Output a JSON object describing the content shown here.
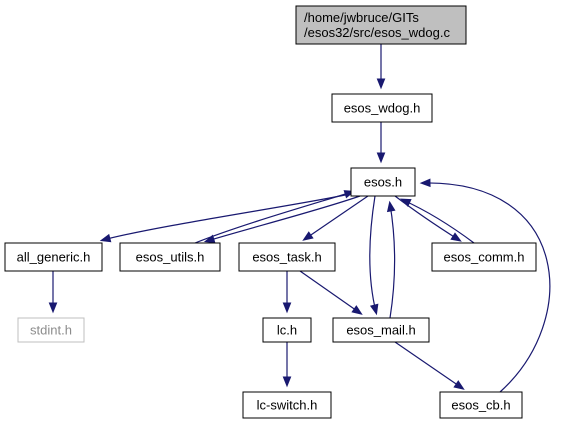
{
  "diagram": {
    "type": "include-dependency-graph",
    "colors": {
      "edge": "#191970",
      "root_fill": "#bfbfbf",
      "node_fill": "#ffffff",
      "node_border": "#000000",
      "external_border": "#bfbfbf",
      "external_text": "#8c8c8c"
    },
    "nodes": [
      {
        "id": "root",
        "lines": [
          "/home/jwbruce/GITs",
          "/esos32/src/esos_wdog.c"
        ],
        "style": "root"
      },
      {
        "id": "esos_wdog_h",
        "lines": [
          "esos_wdog.h"
        ],
        "style": "normal"
      },
      {
        "id": "esos_h",
        "lines": [
          "esos.h"
        ],
        "style": "normal"
      },
      {
        "id": "all_generic_h",
        "lines": [
          "all_generic.h"
        ],
        "style": "normal"
      },
      {
        "id": "esos_utils_h",
        "lines": [
          "esos_utils.h"
        ],
        "style": "normal"
      },
      {
        "id": "esos_task_h",
        "lines": [
          "esos_task.h"
        ],
        "style": "normal"
      },
      {
        "id": "esos_comm_h",
        "lines": [
          "esos_comm.h"
        ],
        "style": "normal"
      },
      {
        "id": "stdint_h",
        "lines": [
          "stdint.h"
        ],
        "style": "external"
      },
      {
        "id": "lc_h",
        "lines": [
          "lc.h"
        ],
        "style": "normal"
      },
      {
        "id": "esos_mail_h",
        "lines": [
          "esos_mail.h"
        ],
        "style": "normal"
      },
      {
        "id": "lc_switch_h",
        "lines": [
          "lc-switch.h"
        ],
        "style": "normal"
      },
      {
        "id": "esos_cb_h",
        "lines": [
          "esos_cb.h"
        ],
        "style": "normal"
      }
    ],
    "edges": [
      {
        "from": "root",
        "to": "esos_wdog_h"
      },
      {
        "from": "esos_wdog_h",
        "to": "esos_h"
      },
      {
        "from": "esos_h",
        "to": "all_generic_h"
      },
      {
        "from": "esos_h",
        "to": "esos_utils_h"
      },
      {
        "from": "esos_utils_h",
        "to": "esos_h"
      },
      {
        "from": "esos_h",
        "to": "esos_task_h"
      },
      {
        "from": "esos_h",
        "to": "esos_mail_h"
      },
      {
        "from": "esos_mail_h",
        "to": "esos_h"
      },
      {
        "from": "esos_h",
        "to": "esos_comm_h"
      },
      {
        "from": "esos_comm_h",
        "to": "esos_h"
      },
      {
        "from": "esos_cb_h",
        "to": "esos_h"
      },
      {
        "from": "all_generic_h",
        "to": "stdint_h"
      },
      {
        "from": "esos_task_h",
        "to": "lc_h"
      },
      {
        "from": "esos_task_h",
        "to": "esos_mail_h"
      },
      {
        "from": "lc_h",
        "to": "lc_switch_h"
      },
      {
        "from": "esos_mail_h",
        "to": "esos_cb_h"
      }
    ]
  }
}
